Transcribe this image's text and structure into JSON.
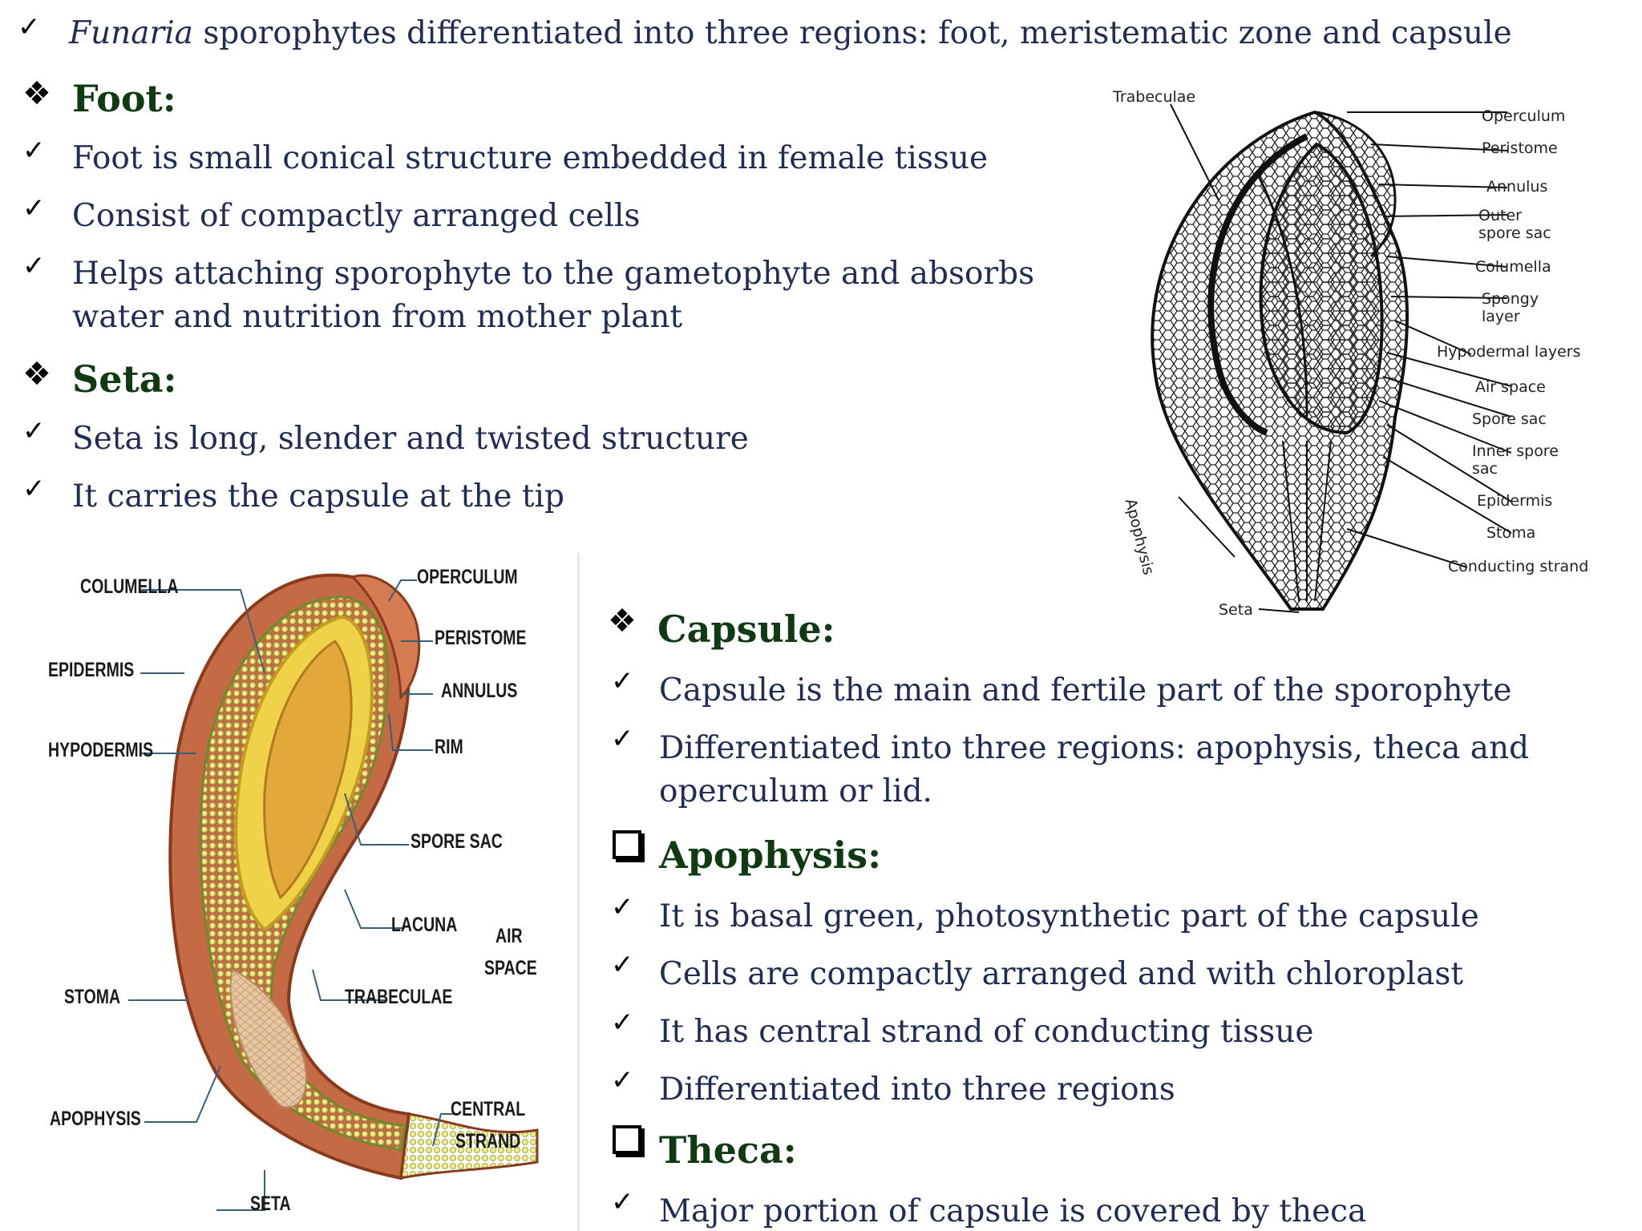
{
  "intro": {
    "italic": "Funaria",
    "text": " sporophytes differentiated into three regions: foot, meristematic zone and capsule"
  },
  "foot": {
    "heading": "Foot:",
    "points": [
      "Foot is small conical structure embedded in female tissue",
      "Consist of compactly arranged cells",
      "Helps attaching sporophyte to the gametophyte and absorbs",
      "water and nutrition from mother plant"
    ]
  },
  "seta": {
    "heading": "Seta:",
    "points": [
      "Seta is long, slender and twisted structure",
      "It carries the capsule at the tip"
    ]
  },
  "capsule": {
    "heading": "Capsule:",
    "points": [
      "Capsule is the main and fertile part of the sporophyte",
      "Differentiated into three regions: apophysis, theca and",
      "operculum or lid."
    ]
  },
  "apophysis": {
    "heading": "Apophysis:",
    "points": [
      "It is basal green, photosynthetic part of the capsule",
      "Cells are compactly arranged and with chloroplast",
      "It has central strand of conducting tissue",
      "Differentiated into three regions"
    ]
  },
  "theca": {
    "heading": "Theca:",
    "points": [
      "Major portion of capsule is covered by theca"
    ]
  },
  "diagram1": {
    "labels": {
      "trabeculae": "Trabeculae",
      "operculum": "Operculum",
      "peristome": "Peristome",
      "annulus": "Annulus",
      "outer1": "Outer",
      "outer2": "spore sac",
      "columella": "Columella",
      "spongy1": "Spongy",
      "spongy2": "layer",
      "hypodermal": "Hypodermal layers",
      "air": "Air space",
      "sporesac": "Spore sac",
      "inner1": "Inner spore",
      "inner2": "sac",
      "epidermis": "Epidermis",
      "stoma": "Stoma",
      "conducting": "Conducting strand",
      "seta": "Seta",
      "apophysis": "Apophysis"
    }
  },
  "diagram2": {
    "labels": {
      "columella": "COLUMELLA",
      "epidermis": "EPIDERMIS",
      "hypodermis": "HYPODERMIS",
      "stoma": "STOMA",
      "apophysis": "APOPHYSIS",
      "seta": "SETA",
      "operculum": "OPERCULUM",
      "peristome": "PERISTOME",
      "annulus": "ANNULUS",
      "rim": "RIM",
      "sporesac": "SPORE SAC",
      "lacuna": "LACUNA",
      "trabeculae": "TRABECULAE",
      "air": "AIR",
      "space": "SPACE",
      "central": "CENTRAL",
      "strand": "STRAND"
    }
  },
  "colors": {
    "heading": "#0f3a12",
    "text": "#1f2d55"
  }
}
